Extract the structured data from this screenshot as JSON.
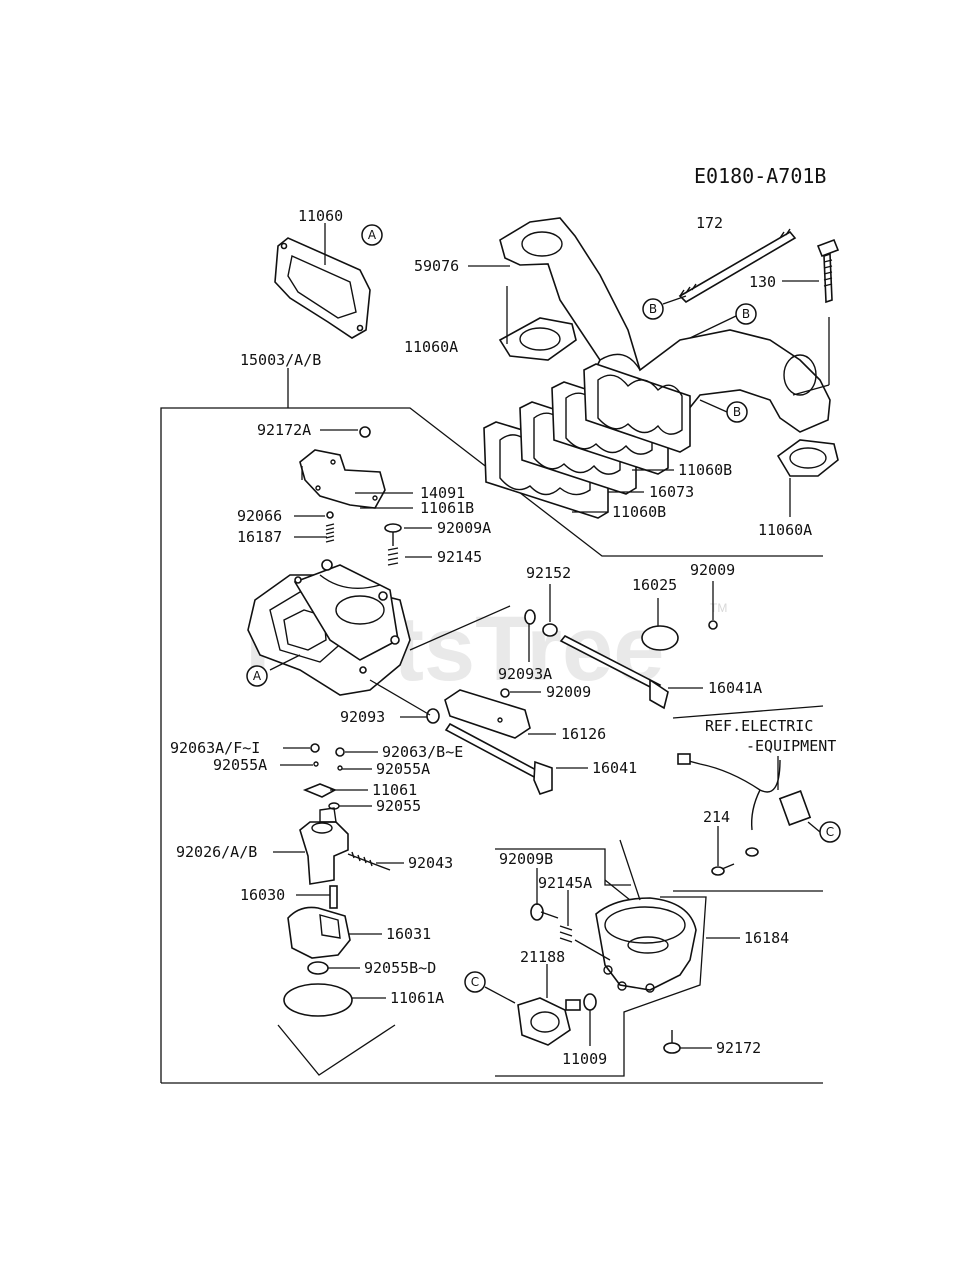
{
  "diagram_code": "E0180-A701B",
  "watermark": "PartsTree",
  "watermark_tm": "TM",
  "labels": {
    "p11060": "11060",
    "p172": "172",
    "p59076": "59076",
    "p130": "130",
    "p11060A_top": "11060A",
    "p15003": "15003/A/B",
    "p92172A": "92172A",
    "p14091": "14091",
    "p11061B": "11061B",
    "p92066": "92066",
    "p92009A": "92009A",
    "p16187": "16187",
    "p92145": "92145",
    "p11060B_a": "11060B",
    "p16073": "16073",
    "p11060B_b": "11060B",
    "p11060A_right": "11060A",
    "p92152": "92152",
    "p16025": "16025",
    "p92009_top": "92009",
    "p92093A": "92093A",
    "p16041A": "16041A",
    "p92009_mid": "92009",
    "p92093": "92093",
    "p16126": "16126",
    "p92063A": "92063A/F~I",
    "p92063B": "92063/B~E",
    "p92055A_l": "92055A",
    "p92055A_r": "92055A",
    "p16041": "16041",
    "p11061": "11061",
    "p92055": "92055",
    "p92026": "92026/A/B",
    "p92043": "92043",
    "p16030": "16030",
    "p16031": "16031",
    "p92055B": "92055B~D",
    "p11061A": "11061A",
    "p92009B": "92009B",
    "p92145A": "92145A",
    "p16184": "16184",
    "p21188": "21188",
    "p11009": "11009",
    "p92172": "92172",
    "p214": "214",
    "ref_electric_1": "REF.ELECTRIC",
    "ref_electric_2": "-EQUIPMENT"
  },
  "refs": {
    "a": "A",
    "b": "B",
    "c": "C"
  }
}
